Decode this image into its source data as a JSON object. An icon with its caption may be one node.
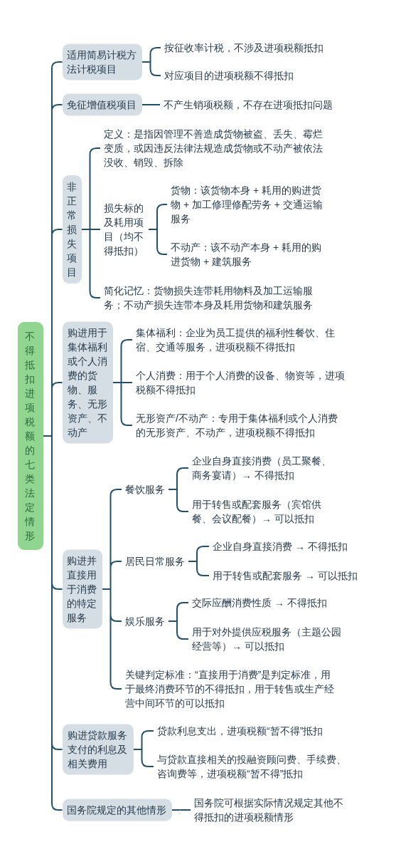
{
  "diagram": {
    "nodes": [
      {
        "text": [
          "不得抵扣进项税额的七类法定情形"
        ]
      },
      {
        "text": [
          "适用简易计税方法计税项目"
        ]
      },
      {
        "text": [
          "按征收率计税，不涉及进项税额抵扣"
        ]
      },
      {
        "text": [
          "对应项目的进项税额不得抵扣"
        ]
      },
      {
        "text": [
          "免征增值税项目"
        ]
      },
      {
        "text": [
          "不产生销项税额，不存在进项抵扣问题"
        ]
      },
      {
        "text": [
          "非正常损失项目"
        ]
      },
      {
        "text": [
          "定义：是指因管理不善造成货物被盗、丢失、霉烂变质，或因违反法律法规造成货物或不动产被依法没收、销毁、拆除"
        ]
      },
      {
        "text": [
          "损失标的及耗用项目（均不得抵扣）"
        ]
      },
      {
        "text": [
          "货物：该货物本身 + 耗用的购进货物 + 加工修理修配劳务 + 交通运输服务"
        ]
      },
      {
        "text": [
          "不动产：该不动产本身 + 耗用的购进货物 + 建筑服务"
        ]
      },
      {
        "text": [
          "简化记忆：货物损失连带耗用物料及加工运输服务；不动产损失连带本身及耗用货物和建筑服务"
        ]
      },
      {
        "text": [
          "购进用于集体福利或个人消费的货物、服务、无形资产、不动产"
        ]
      },
      {
        "text": [
          "集体福利：企业为员工提供的福利性餐饮、住宿、交通等服务，进项税额不得抵扣"
        ]
      },
      {
        "text": [
          "个人消费：用于个人消费的设备、物资等，进项税额不得抵扣"
        ]
      },
      {
        "text": [
          "无形资产/不动产：专用于集体福利或个人消费的无形资产、不动产，进项税额不得抵扣"
        ]
      },
      {
        "text": [
          "购进并直接用于消费的特定服务"
        ]
      },
      {
        "text": [
          "餐饮服务"
        ]
      },
      {
        "text": [
          "企业自身直接消费（员工聚餐、商务宴请）→ 不得抵扣"
        ]
      },
      {
        "text": [
          "用于转售或配套服务（宾馆供餐、会议配餐）→ 可以抵扣"
        ]
      },
      {
        "text": [
          "居民日常服务"
        ]
      },
      {
        "text": [
          "企业自身直接消费 → 不得抵扣"
        ]
      },
      {
        "text": [
          "用于转售或配套服务 → 可以抵扣"
        ]
      },
      {
        "text": [
          "娱乐服务"
        ]
      },
      {
        "text": [
          "交际应酬消费性质 → 不得抵扣"
        ]
      },
      {
        "text": [
          "用于对外提供应税服务（主题公园经营等）→ 可以抵扣"
        ]
      },
      {
        "text": [
          "关键判定标准：“直接用于消费”是判定标准，用于最终消费环节的不得抵扣，用于转售或生产经营中间环节的可以抵扣"
        ]
      },
      {
        "text": [
          "购进贷款服务支付的利息及相关费用"
        ]
      },
      {
        "text": [
          "贷款利息支出，进项税额“暂不得”抵扣"
        ]
      },
      {
        "text": [
          "与贷款直接相关的投融资顾问费、手续费、咨询费等，进项税额“暂不得”抵扣"
        ]
      },
      {
        "text": [
          "国务院规定的其他情形"
        ]
      },
      {
        "text": [
          "国务院可根据实际情况规定其他不得抵扣的进项税额情形"
        ]
      }
    ],
    "edges": [
      {
        "from": 0,
        "to": 1,
        "arrow": "none"
      },
      {
        "from": 1,
        "to": 2,
        "arrow": "none"
      },
      {
        "from": 1,
        "to": 3,
        "arrow": "none"
      },
      {
        "from": 0,
        "to": 4,
        "arrow": "none"
      },
      {
        "from": 4,
        "to": 5,
        "arrow": "none"
      },
      {
        "from": 0,
        "to": 6,
        "arrow": "none"
      },
      {
        "from": 6,
        "to": 7,
        "arrow": "none"
      },
      {
        "from": 6,
        "to": 8,
        "arrow": "none"
      },
      {
        "from": 8,
        "to": 9,
        "arrow": "none"
      },
      {
        "from": 8,
        "to": 10,
        "arrow": "none"
      },
      {
        "from": 6,
        "to": 11,
        "arrow": "none"
      },
      {
        "from": 0,
        "to": 12,
        "arrow": "none"
      },
      {
        "from": 12,
        "to": 13,
        "arrow": "none"
      },
      {
        "from": 12,
        "to": 14,
        "arrow": "none"
      },
      {
        "from": 12,
        "to": 15,
        "arrow": "none"
      },
      {
        "from": 0,
        "to": 16,
        "arrow": "none"
      },
      {
        "from": 16,
        "to": 17,
        "arrow": "none"
      },
      {
        "from": 17,
        "to": 18,
        "arrow": "none"
      },
      {
        "from": 17,
        "to": 19,
        "arrow": "none"
      },
      {
        "from": 16,
        "to": 20,
        "arrow": "none"
      },
      {
        "from": 20,
        "to": 21,
        "arrow": "none"
      },
      {
        "from": 20,
        "to": 22,
        "arrow": "none"
      },
      {
        "from": 16,
        "to": 23,
        "arrow": "none"
      },
      {
        "from": 23,
        "to": 24,
        "arrow": "none"
      },
      {
        "from": 23,
        "to": 25,
        "arrow": "none"
      },
      {
        "from": 16,
        "to": 26,
        "arrow": "none"
      },
      {
        "from": 0,
        "to": 27,
        "arrow": "none"
      },
      {
        "from": 27,
        "to": 28,
        "arrow": "none"
      },
      {
        "from": 27,
        "to": 29,
        "arrow": "none"
      },
      {
        "from": 0,
        "to": 30,
        "arrow": "none"
      },
      {
        "from": 30,
        "to": 31,
        "arrow": "none"
      }
    ]
  }
}
